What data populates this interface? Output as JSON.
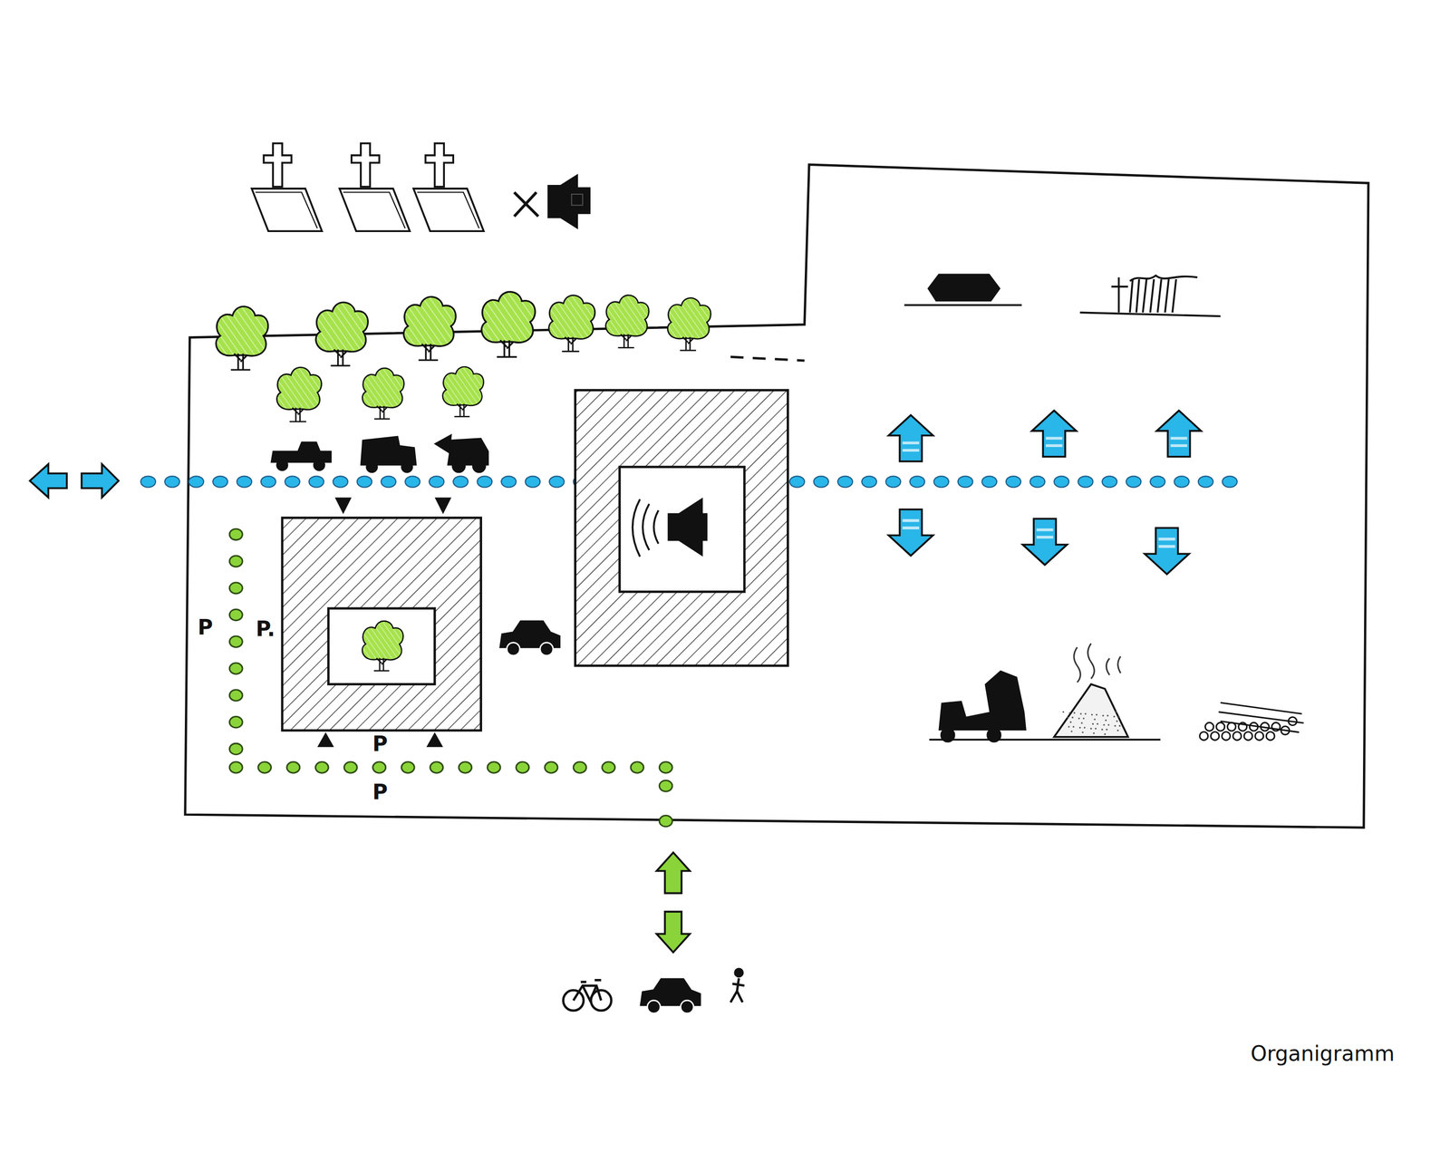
{
  "diagram": {
    "caption": "Organigramm",
    "labels": [
      "P",
      "P.",
      "P",
      "P"
    ]
  }
}
